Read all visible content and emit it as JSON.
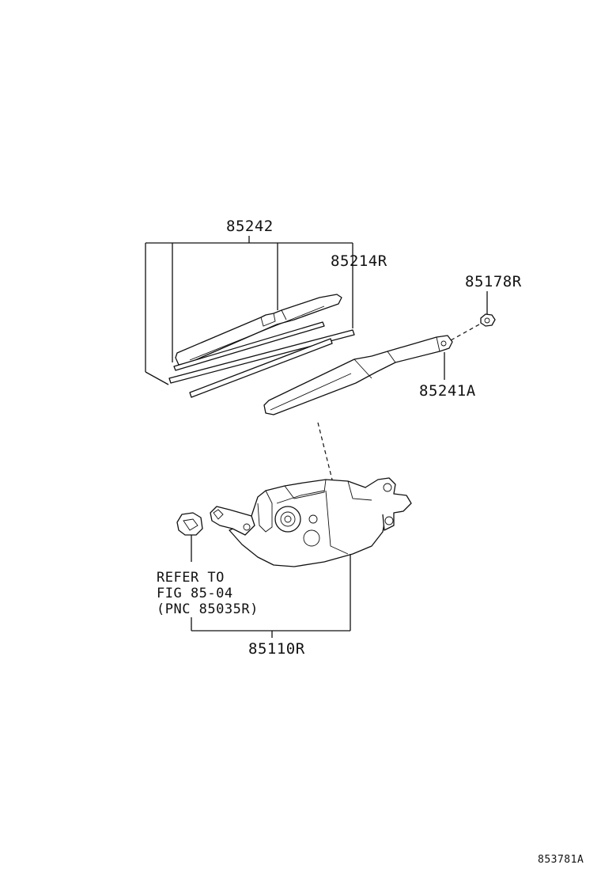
{
  "parts": {
    "blade_assembly": "85242",
    "blade_rubber": "85214R",
    "arm_nut": "85178R",
    "arm": "85241A",
    "motor": "85110R"
  },
  "note": {
    "line1": "REFER TO",
    "line2": "FIG 85-04",
    "line3": "(PNC 85035R)"
  },
  "diagram_id": "853781A"
}
